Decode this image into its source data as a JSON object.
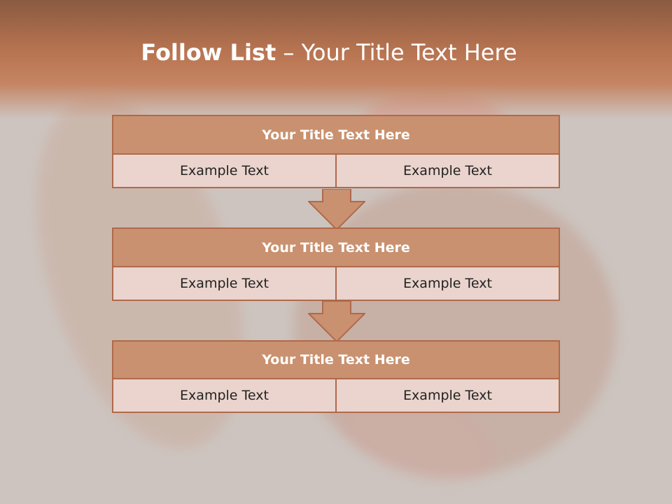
{
  "title": {
    "bold": "Follow List",
    "rest": " – Your Title Text Here"
  },
  "steps": [
    {
      "title": "Your Title Text Here",
      "left": "Example Text",
      "right": "Example Text"
    },
    {
      "title": "Your Title Text Here",
      "left": "Example Text",
      "right": "Example Text"
    },
    {
      "title": "Your Title Text Here",
      "left": "Example Text",
      "right": "Example Text"
    }
  ],
  "colors": {
    "header": "#c9916f",
    "cell": "#ead4cd",
    "border": "#b0694a",
    "arrow": "#c9916f"
  }
}
